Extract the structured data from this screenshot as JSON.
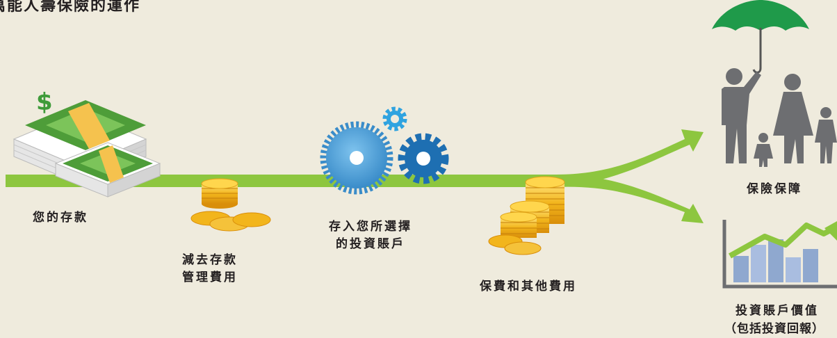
{
  "title": "萬能人壽保險的運作",
  "steps": [
    {
      "label": "您的存款",
      "icon": "money-stack-icon"
    },
    {
      "label": "減去存款",
      "label2": "管理費用",
      "icon": "coin-stack-icon"
    },
    {
      "label": "存入您所選擇",
      "label2": "的投資賬戶",
      "icon": "gears-icon"
    },
    {
      "label": "保費和其他費用",
      "icon": "coin-tower-icon"
    }
  ],
  "outcomes": [
    {
      "label": "保險保障",
      "icon": "family-umbrella-icon"
    },
    {
      "label": "投資賬戶價值",
      "label2": "（包括投資回報）",
      "icon": "growth-chart-icon"
    }
  ],
  "icons": {
    "dollar_sign": "$"
  },
  "colors": {
    "background": "#efebdd",
    "flow_green": "#8dc63f",
    "money_green": "#3f9b3a",
    "umbrella_green": "#1f9a4a",
    "gear_blue": "#4a9fd8",
    "coin_gold": "#f2b51c",
    "figure_gray": "#6d6e71",
    "text": "#231f20"
  }
}
